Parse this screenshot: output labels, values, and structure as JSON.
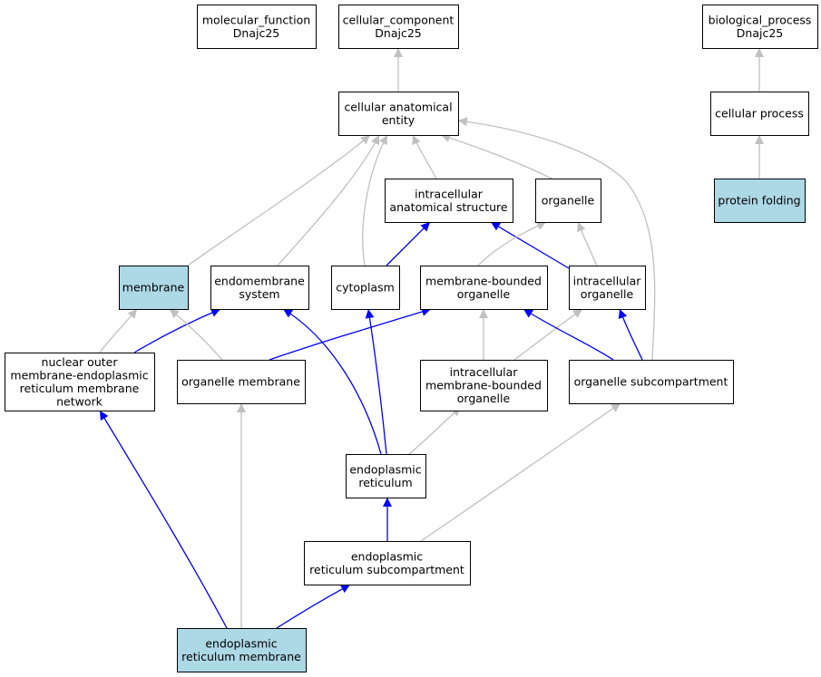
{
  "colors": {
    "highlight": "#add8e6",
    "default": "#ffffff",
    "blue_edge": "#0000ff",
    "gray_edge": "#c0c0c0"
  },
  "nodes": [
    {
      "id": "molecular_function",
      "label": [
        "molecular_function",
        "Dnajc25"
      ],
      "highlight": false
    },
    {
      "id": "cellular_component",
      "label": [
        "cellular_component",
        "Dnajc25"
      ],
      "highlight": false
    },
    {
      "id": "biological_process",
      "label": [
        "biological_process",
        "Dnajc25"
      ],
      "highlight": false
    },
    {
      "id": "cellular_anatomical_entity",
      "label": [
        "cellular anatomical",
        "entity"
      ],
      "highlight": false
    },
    {
      "id": "cellular_process",
      "label": [
        "cellular process"
      ],
      "highlight": false
    },
    {
      "id": "protein_folding",
      "label": [
        "protein folding"
      ],
      "highlight": true
    },
    {
      "id": "intracellular_anatomical_structure",
      "label": [
        "intracellular",
        "anatomical structure"
      ],
      "highlight": false
    },
    {
      "id": "organelle",
      "label": [
        "organelle"
      ],
      "highlight": false
    },
    {
      "id": "membrane",
      "label": [
        "membrane"
      ],
      "highlight": true
    },
    {
      "id": "endomembrane_system",
      "label": [
        "endomembrane",
        "system"
      ],
      "highlight": false
    },
    {
      "id": "cytoplasm",
      "label": [
        "cytoplasm"
      ],
      "highlight": false
    },
    {
      "id": "membrane_bounded_organelle",
      "label": [
        "membrane-bounded",
        "organelle"
      ],
      "highlight": false
    },
    {
      "id": "intracellular_organelle",
      "label": [
        "intracellular",
        "organelle"
      ],
      "highlight": false
    },
    {
      "id": "nuclear_outer_membrane_er_network",
      "label": [
        "nuclear outer",
        "membrane-endoplasmic",
        "reticulum membrane",
        "network"
      ],
      "highlight": false
    },
    {
      "id": "organelle_membrane",
      "label": [
        "organelle membrane"
      ],
      "highlight": false
    },
    {
      "id": "intracellular_membrane_bounded_organelle",
      "label": [
        "intracellular",
        "membrane-bounded",
        "organelle"
      ],
      "highlight": false
    },
    {
      "id": "organelle_subcompartment",
      "label": [
        "organelle subcompartment"
      ],
      "highlight": false
    },
    {
      "id": "endoplasmic_reticulum",
      "label": [
        "endoplasmic",
        "reticulum"
      ],
      "highlight": false
    },
    {
      "id": "er_subcompartment",
      "label": [
        "endoplasmic",
        "reticulum subcompartment"
      ],
      "highlight": false
    },
    {
      "id": "er_membrane",
      "label": [
        "endoplasmic",
        "reticulum membrane"
      ],
      "highlight": true
    }
  ],
  "edges": [
    {
      "from": "cellular_anatomical_entity",
      "to": "cellular_component",
      "relation": "is_a"
    },
    {
      "from": "protein_folding",
      "to": "cellular_process",
      "relation": "is_a"
    },
    {
      "from": "cellular_process",
      "to": "biological_process",
      "relation": "is_a"
    },
    {
      "from": "membrane",
      "to": "cellular_anatomical_entity",
      "relation": "is_a"
    },
    {
      "from": "endomembrane_system",
      "to": "cellular_anatomical_entity",
      "relation": "is_a"
    },
    {
      "from": "cytoplasm",
      "to": "cellular_anatomical_entity",
      "relation": "is_a"
    },
    {
      "from": "intracellular_anatomical_structure",
      "to": "cellular_anatomical_entity",
      "relation": "is_a"
    },
    {
      "from": "organelle",
      "to": "cellular_anatomical_entity",
      "relation": "is_a"
    },
    {
      "from": "organelle_subcompartment",
      "to": "cellular_anatomical_entity",
      "relation": "is_a"
    },
    {
      "from": "cytoplasm",
      "to": "intracellular_anatomical_structure",
      "relation": "part_of"
    },
    {
      "from": "intracellular_organelle",
      "to": "intracellular_anatomical_structure",
      "relation": "part_of"
    },
    {
      "from": "membrane_bounded_organelle",
      "to": "organelle",
      "relation": "is_a"
    },
    {
      "from": "intracellular_organelle",
      "to": "organelle",
      "relation": "is_a"
    },
    {
      "from": "nuclear_outer_membrane_er_network",
      "to": "membrane",
      "relation": "is_a"
    },
    {
      "from": "nuclear_outer_membrane_er_network",
      "to": "endomembrane_system",
      "relation": "part_of"
    },
    {
      "from": "organelle_membrane",
      "to": "membrane",
      "relation": "is_a"
    },
    {
      "from": "organelle_membrane",
      "to": "membrane_bounded_organelle",
      "relation": "part_of"
    },
    {
      "from": "intracellular_membrane_bounded_organelle",
      "to": "membrane_bounded_organelle",
      "relation": "is_a"
    },
    {
      "from": "intracellular_membrane_bounded_organelle",
      "to": "intracellular_organelle",
      "relation": "is_a"
    },
    {
      "from": "organelle_subcompartment",
      "to": "membrane_bounded_organelle",
      "relation": "part_of"
    },
    {
      "from": "organelle_subcompartment",
      "to": "intracellular_organelle",
      "relation": "part_of"
    },
    {
      "from": "endoplasmic_reticulum",
      "to": "endomembrane_system",
      "relation": "part_of"
    },
    {
      "from": "endoplasmic_reticulum",
      "to": "cytoplasm",
      "relation": "part_of"
    },
    {
      "from": "endoplasmic_reticulum",
      "to": "intracellular_membrane_bounded_organelle",
      "relation": "is_a"
    },
    {
      "from": "er_subcompartment",
      "to": "endoplasmic_reticulum",
      "relation": "part_of"
    },
    {
      "from": "er_subcompartment",
      "to": "organelle_subcompartment",
      "relation": "is_a"
    },
    {
      "from": "er_membrane",
      "to": "nuclear_outer_membrane_er_network",
      "relation": "part_of"
    },
    {
      "from": "er_membrane",
      "to": "organelle_membrane",
      "relation": "is_a"
    },
    {
      "from": "er_membrane",
      "to": "er_subcompartment",
      "relation": "part_of"
    }
  ]
}
